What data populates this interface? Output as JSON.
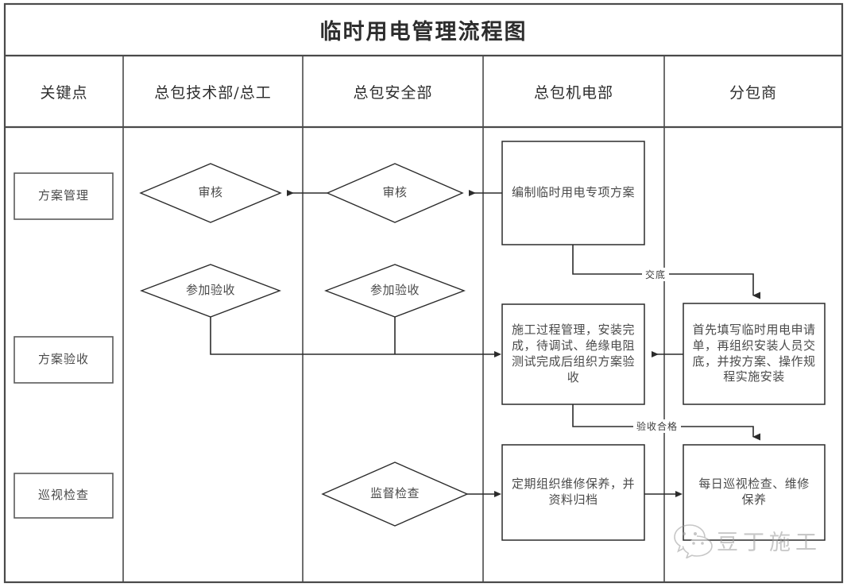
{
  "title": "临时用电管理流程图",
  "columns": [
    {
      "id": "key-points",
      "label": "关键点"
    },
    {
      "id": "gc-tech",
      "label": "总包技术部/总工"
    },
    {
      "id": "gc-safety",
      "label": "总包安全部"
    },
    {
      "id": "gc-mech-elec",
      "label": "总包机电部"
    },
    {
      "id": "subcontractor",
      "label": "分包商"
    }
  ],
  "key_points": [
    {
      "id": "plan-management",
      "label": "方案管理"
    },
    {
      "id": "plan-acceptance",
      "label": "方案验收"
    },
    {
      "id": "patrol-inspection",
      "label": "巡视检查"
    }
  ],
  "nodes": {
    "review_tech": {
      "label": "审核",
      "shape": "diamond",
      "column": "gc-tech"
    },
    "review_safety": {
      "label": "审核",
      "shape": "diamond",
      "column": "gc-safety"
    },
    "join_acceptance_tech": {
      "label": "参加验收",
      "shape": "diamond",
      "column": "gc-tech"
    },
    "join_acceptance_safety": {
      "label": "参加验收",
      "shape": "diamond",
      "column": "gc-safety"
    },
    "supervise_inspect": {
      "label": "监督检查",
      "shape": "diamond",
      "column": "gc-safety"
    },
    "prepare_plan": {
      "label": "编制临时用电专项方案",
      "shape": "process",
      "column": "gc-mech-elec"
    },
    "construction_management": {
      "label": "施工过程管理，安装完成，待调试、绝缘电阻测试完成后组织方案验收",
      "shape": "process",
      "column": "gc-mech-elec"
    },
    "periodic_maintenance": {
      "label": "定期组织维修保养，并资料归档",
      "shape": "process",
      "column": "gc-mech-elec"
    },
    "fill_application": {
      "label": "首先填写临时用电申请单，再组织安装人员交底，并按方案、操作规程实施安装",
      "shape": "process",
      "column": "subcontractor"
    },
    "daily_patrol": {
      "label": "每日巡视检查、维修保养",
      "shape": "process",
      "column": "subcontractor"
    }
  },
  "edge_labels": {
    "disclosure": "交底",
    "acceptance_passed": "验收合格"
  },
  "watermark": {
    "text": "豆丁施工",
    "icon": "wechat-bubble-icon"
  },
  "colors": {
    "frame": "#4a4a4a",
    "shape_stroke": "#2b2b2b",
    "text": "#4a4a4a",
    "background": "#ffffff"
  }
}
